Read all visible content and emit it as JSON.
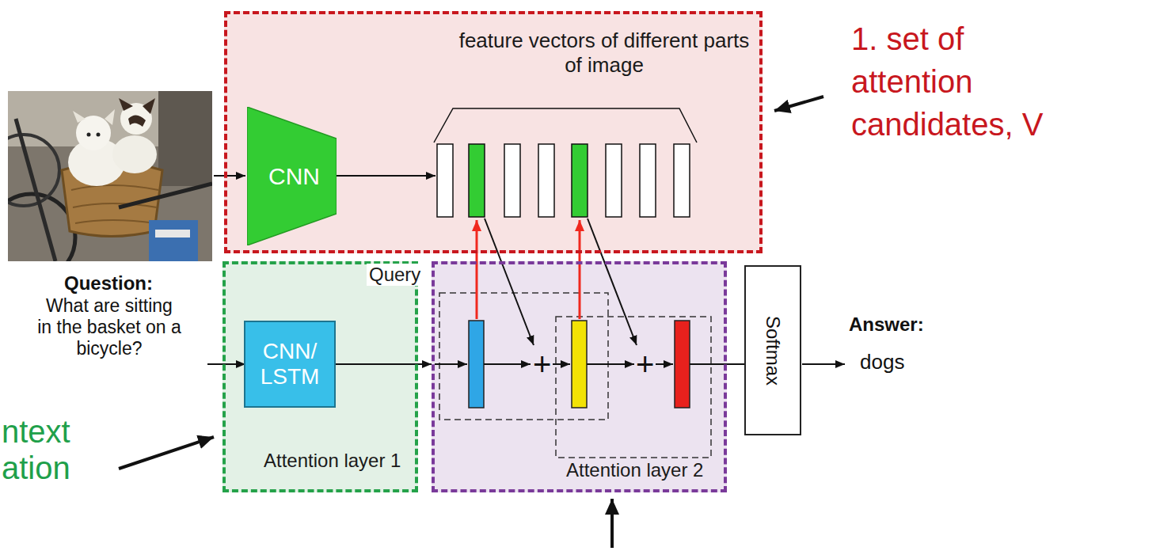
{
  "diagram": {
    "nodes": [
      {
        "text": [
          "feature vectors of different parts of image"
        ]
      },
      {
        "text": [
          "CNN"
        ],
        "in": 0
      },
      {
        "text": [
          "Attention layer 1"
        ]
      },
      {
        "text": [
          "CNN/ LSTM"
        ],
        "in": 2
      },
      {
        "text": [
          "Attention layer 2"
        ]
      },
      {
        "text": [
          "Softmax"
        ]
      }
    ],
    "edges": [
      {
        "from": 3,
        "to": 4,
        "arrow": "to"
      },
      {
        "from": 4,
        "to": 5,
        "arrow": "none"
      }
    ],
    "labels": [
      "1. set of attention candidates, V",
      "Query",
      "+",
      "+",
      "Question:",
      "What are sitting in the basket on a bicycle?",
      "Answer:",
      "dogs",
      "ntext",
      "ation"
    ]
  }
}
